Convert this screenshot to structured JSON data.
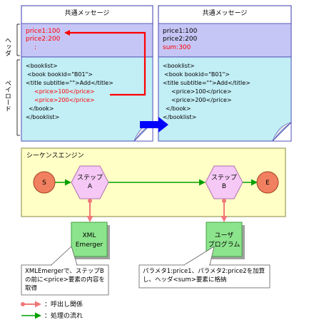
{
  "left_message": {
    "title": "共通メッセージ",
    "header_lines": [
      "price1:100",
      "price2:200",
      ":"
    ],
    "payload_lines": [
      "<booklist>",
      "<book bookid=\"B01\">",
      "<title subtitle=\"\">Add</title>",
      "<price>100</price>",
      "<price>200</price>",
      "</book>",
      "</booklist>"
    ]
  },
  "right_message": {
    "title": "共通メッセージ",
    "header_lines": [
      "price1:100",
      "price2:200",
      "sum:300"
    ],
    "payload_lines": [
      "<booklist>",
      "<book bookid=\"B01\">",
      "<title subtitle=\"\">Add</title>",
      "<price>100</price>",
      "<price>200</price>",
      "</book>",
      "</booklist>"
    ]
  },
  "side_labels": {
    "header": "ヘッダ",
    "payload": "ペイロード"
  },
  "engine": {
    "title": "シーケンスエンジン",
    "start": "S",
    "end": "E",
    "step_a": [
      "ステップ",
      "A"
    ],
    "step_b": [
      "ステップ",
      "B"
    ]
  },
  "components": {
    "xml_emerger": [
      "XML",
      "Emerger"
    ],
    "user_program": [
      "ユーザ",
      "プログラム"
    ]
  },
  "notes": {
    "left": "XMLEmergerで、ステップBの前に<price>要素の内容を取得",
    "right": "パラメタ1:price1、パラメタ2:price2を加算し、ヘッダ<sum>要素に格納"
  },
  "legend": {
    "call": "：呼出し関係",
    "flow": "：処理の流れ"
  },
  "colors": {
    "header_fill": "#c6c6f6",
    "payload_fill": "#c2eef5",
    "engine_fill": "#ffffc6",
    "step_fill": "#f5c8f5",
    "endpoint_fill": "#f08060",
    "component_fill": "#8ce48c",
    "call_arrow": "#f07878",
    "flow_arrow": "#00a000",
    "highlight": "#ff0000",
    "transfer_arrow": "#0000ff"
  }
}
